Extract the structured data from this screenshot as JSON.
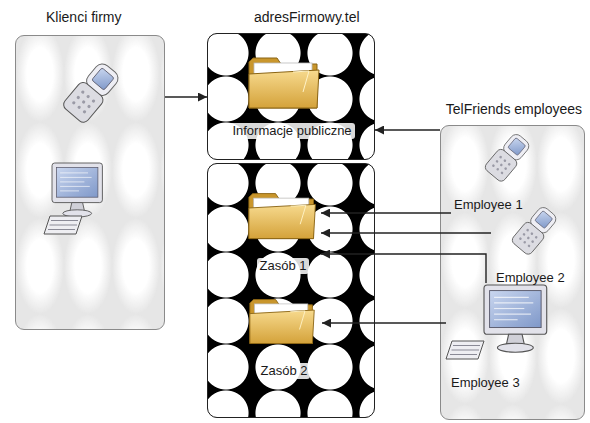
{
  "diagram": {
    "nodes": [
      {
        "text": [
          "Klienci firmy"
        ]
      },
      {
        "text": [
          "adresFirmowy.tel"
        ]
      },
      {
        "text": [
          "Informacje publiczne"
        ],
        "in": 1
      },
      {
        "text": [
          "Zasób 1"
        ]
      },
      {
        "text": [
          "Zasób 2"
        ]
      },
      {
        "text": [
          "TelFriends employees"
        ]
      },
      {
        "text": [
          "Employee 1"
        ],
        "in": 5
      },
      {
        "text": [
          "Employee 2"
        ],
        "in": 5
      },
      {
        "text": [
          "Employee 3"
        ],
        "in": 5
      }
    ],
    "edges": [
      {
        "from": 0,
        "to": 1,
        "arrow": "to"
      },
      {
        "from": 5,
        "to": 1,
        "arrow": "to"
      },
      {
        "from": 6,
        "to": 3,
        "arrow": "to"
      },
      {
        "from": 7,
        "to": 3,
        "arrow": "to"
      },
      {
        "from": 8,
        "to": 3,
        "arrow": "to"
      },
      {
        "from": 8,
        "to": 4,
        "arrow": "to"
      }
    ]
  }
}
